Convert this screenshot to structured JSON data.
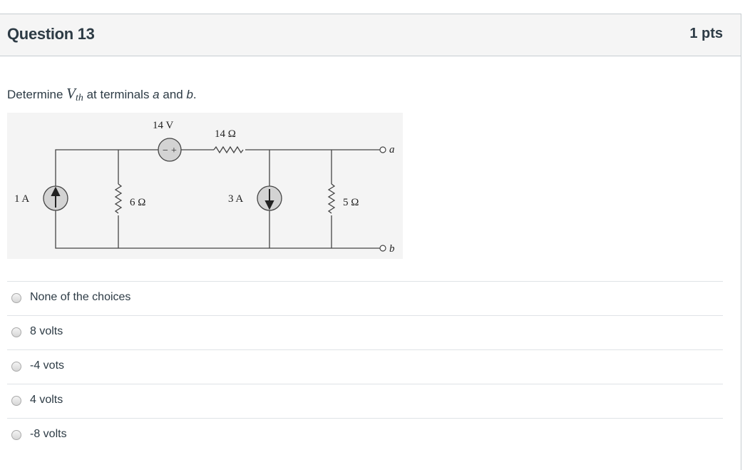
{
  "question": {
    "title": "Question 13",
    "points": "1 pts",
    "prompt_before": "Determine ",
    "prompt_var": "V",
    "prompt_sub": "th",
    "prompt_mid": " at terminals ",
    "prompt_a": "a",
    "prompt_and": " and ",
    "prompt_b": "b",
    "prompt_end": "."
  },
  "circuit": {
    "voltage_source": "14 V",
    "series_resistor": "14 Ω",
    "current_source_left": "1 A",
    "shunt_resistor_left": "6 Ω",
    "current_source_right": "3 A",
    "shunt_resistor_right": "5 Ω",
    "terminal_a": "a",
    "terminal_b": "b",
    "vs_polarity_minus": "−",
    "vs_polarity_plus": "+"
  },
  "answers": [
    {
      "label": "None of the choices"
    },
    {
      "label": "8 volts"
    },
    {
      "label": "-4 vots"
    },
    {
      "label": "4 volts"
    },
    {
      "label": "-8 volts"
    }
  ]
}
